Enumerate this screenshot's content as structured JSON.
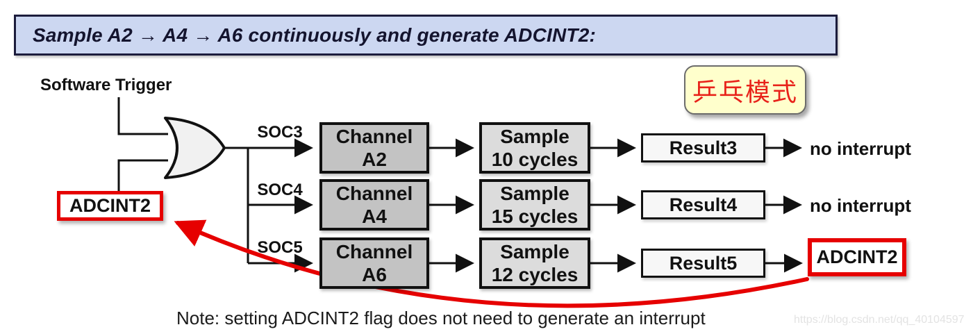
{
  "title": {
    "text": "Sample A2 → A4 → A6 continuously and generate ADCINT2:"
  },
  "diagram": {
    "trigger_label": "Software Trigger",
    "interrupt_feedback_label": "ADCINT2",
    "or_gate_icon": "or-gate-icon",
    "rows": [
      {
        "soc": "SOC3",
        "channel": [
          "Channel",
          "A2"
        ],
        "sample": [
          "Sample",
          "10 cycles"
        ],
        "result": "Result3",
        "output": "no interrupt"
      },
      {
        "soc": "SOC4",
        "channel": [
          "Channel",
          "A4"
        ],
        "sample": [
          "Sample",
          "15 cycles"
        ],
        "result": "Result4",
        "output": "no interrupt"
      },
      {
        "soc": "SOC5",
        "channel": [
          "Channel",
          "A6"
        ],
        "sample": [
          "Sample",
          "12 cycles"
        ],
        "result": "Result5",
        "output": "ADCINT2"
      }
    ]
  },
  "badge": {
    "text": "乒乓模式"
  },
  "note": {
    "text": "Note: setting ADCINT2 flag does not need to generate an interrupt"
  },
  "watermark": {
    "text": "https://blog.csdn.net/qq_40104597"
  },
  "colors": {
    "title-bg": "#ccd7f1",
    "title-border": "#1c1c3c",
    "title-text": "#14142e",
    "wire": "#111111",
    "channel-fill": "#c3c3c3",
    "sample-fill": "#dcdcdc",
    "result-fill": "#f7f7f7",
    "accent-red": "#e60000",
    "badge-bg": "#ffffcc",
    "badge-text": "#e8221a",
    "watermark": "#e3e3e3"
  }
}
